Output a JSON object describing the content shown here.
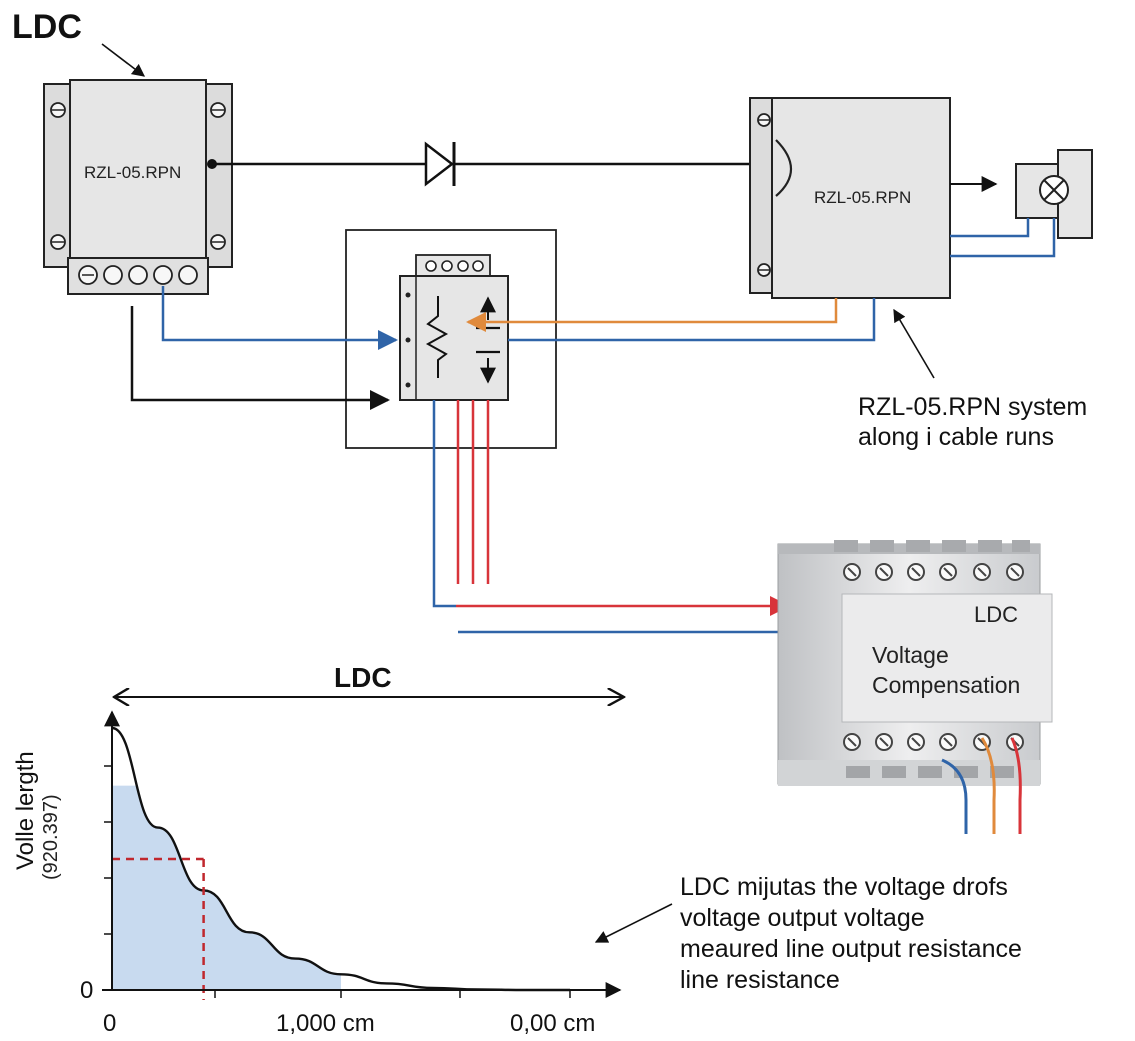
{
  "title": "LDC",
  "relay_left": {
    "label": "RZL-05.RPN"
  },
  "relay_right": {
    "label": "RZL-05.RPN"
  },
  "callout": {
    "lines": [
      "RZL-05.RPN system",
      "along i cable runs"
    ]
  },
  "compensator": {
    "label": "LDC",
    "lines": [
      "Voltage",
      "Compensation"
    ]
  },
  "chart_data": {
    "type": "area",
    "title": "LDC",
    "ylabel": "Volle lergth",
    "ylabel_sub": "(920.397)",
    "x_ticks": [
      {
        "value": 0,
        "label": "0"
      },
      {
        "value": 1000,
        "label": "1,000 cm"
      },
      {
        "value": 2000,
        "label": "0,00 cm"
      }
    ],
    "y_ticks": [
      {
        "value": 0,
        "label": "0"
      }
    ],
    "curve": {
      "x": [
        0,
        200,
        400,
        600,
        800,
        1000,
        1200,
        1400,
        1600,
        1800,
        2000
      ],
      "y": [
        1.0,
        0.62,
        0.38,
        0.22,
        0.12,
        0.06,
        0.025,
        0.008,
        0.002,
        0.0,
        0.0
      ]
    },
    "shaded_region": {
      "x_max": 1000,
      "y_max": 0.78
    },
    "marker": {
      "x": 400,
      "y": 0.5
    },
    "xlim": [
      0,
      2200
    ],
    "ylim": [
      0,
      1.1
    ]
  },
  "note": {
    "lines": [
      "LDC mijutas the voltage drofs",
      "voltage output voltage",
      "meaured line output resistance",
      "line resistance"
    ]
  },
  "colors": {
    "blue": "#2f64a8",
    "red": "#d8343a",
    "orange": "#e08a3c",
    "device": "#e6e6e6",
    "fill": "#c5d8ee",
    "marker": "#c0272d"
  }
}
